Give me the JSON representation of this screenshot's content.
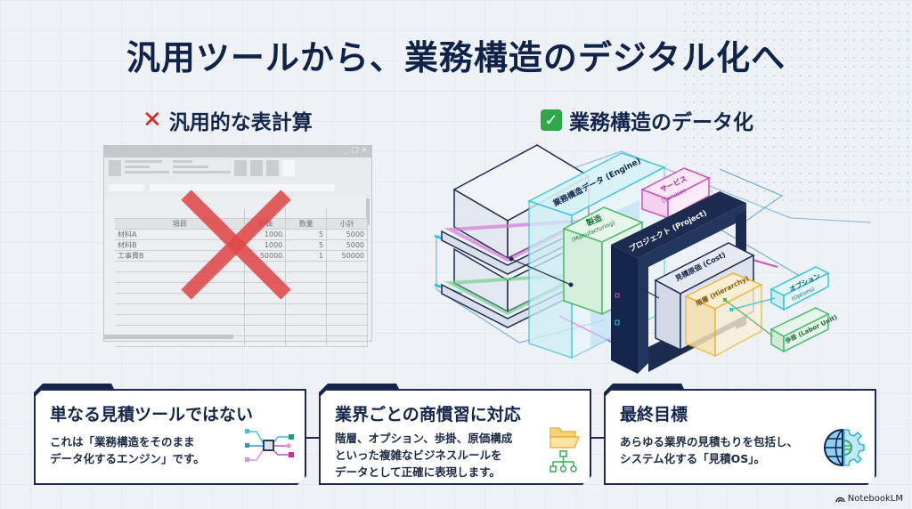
{
  "title": "汎用ツールから、業務構造のデジタル化へ",
  "left_section": {
    "icon": "cross-mark-icon",
    "mark": "✕",
    "heading": "汎用的な表計算",
    "spreadsheet": {
      "window_controls": "_ □ ×",
      "columns": [
        "項目",
        "単価",
        "数量",
        "小計"
      ],
      "rows": [
        [
          "材料A",
          "1000",
          "5",
          "5000"
        ],
        [
          "材料B",
          "1000",
          "5",
          "5000"
        ],
        [
          "工事費B",
          "50000",
          "1",
          "50000"
        ]
      ]
    }
  },
  "right_section": {
    "icon": "check-box-icon",
    "mark": "✓",
    "heading": "業務構造のデータ化",
    "diagram_labels": {
      "engine": "業務構造データ (Engine)",
      "service": "サービス",
      "service_en": "(Service)",
      "manufacturing": "製造",
      "manufacturing_en": "(Manufacturing)",
      "project": "プロジェクト (Project)",
      "cost": "見積原価 (Cost)",
      "hierarchy": "階層 (Hierarchy)",
      "option": "オプション",
      "option_en": "(Options)",
      "labor": "歩掛 (Labor Unit)"
    }
  },
  "cards": [
    {
      "title": "単なる見積ツールではない",
      "lines": [
        "これは「業務構造をそのまま",
        "データ化するエンジン」です。"
      ],
      "icon": "network-hub-icon"
    },
    {
      "title": "業界ごとの商慣習に対応",
      "lines": [
        "階層、オプション、歩掛、原価構成",
        "といった複雑なビジネスルールを",
        "データとして正確に表現します。"
      ],
      "icon": "folder-hierarchy-icon"
    },
    {
      "title": "最終目標",
      "lines": [
        "あらゆる業界の見積もりを包括し、",
        "システム化する「見積OS」。"
      ],
      "icon": "globe-gear-icon"
    }
  ],
  "brand": "NotebookLM",
  "colors": {
    "navy": "#13254a",
    "red": "#e01e1e",
    "green": "#2fa84a",
    "cyan": "#38c3d6",
    "magenta": "#d04fc0",
    "orange": "#f1b43a",
    "light_green": "#4cb86b"
  }
}
